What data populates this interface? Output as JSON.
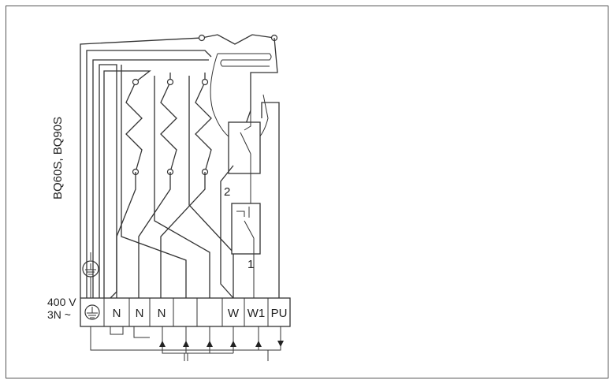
{
  "model_label": "BQ60S, BQ90S",
  "supply": {
    "voltage": "400 V",
    "phase": "3N ~"
  },
  "terminals": [
    "N",
    "N",
    "N",
    "",
    "",
    "W",
    "W1",
    "PU"
  ],
  "switch_labels": {
    "top": "2",
    "bottom": "1"
  },
  "icons": {
    "ground": "ground-icon"
  }
}
